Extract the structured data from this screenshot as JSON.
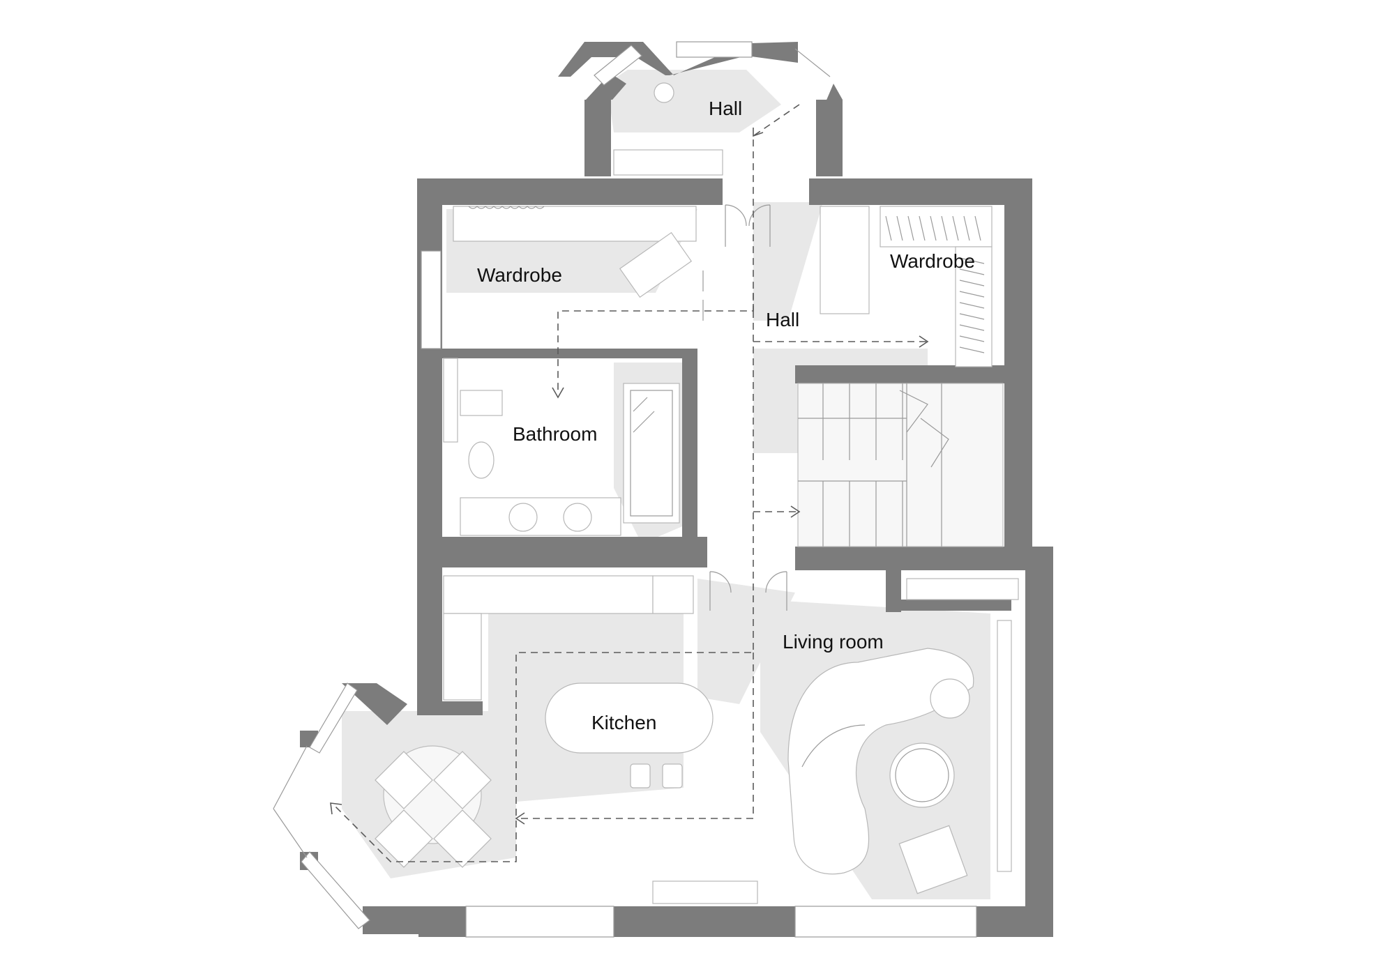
{
  "plan": {
    "rooms": {
      "hall_entrance": "Hall",
      "wardrobe_left": "Wardrobe",
      "wardrobe_right": "Wardrobe",
      "hall_inner": "Hall",
      "bathroom": "Bathroom",
      "living_room": "Living room",
      "kitchen": "Kitchen"
    },
    "colors": {
      "wall": "#7c7c7c",
      "floor_shadow": "#e8e8e8",
      "furniture": "#ffffff",
      "path": "#5a5a5a",
      "label": "#111111"
    }
  }
}
